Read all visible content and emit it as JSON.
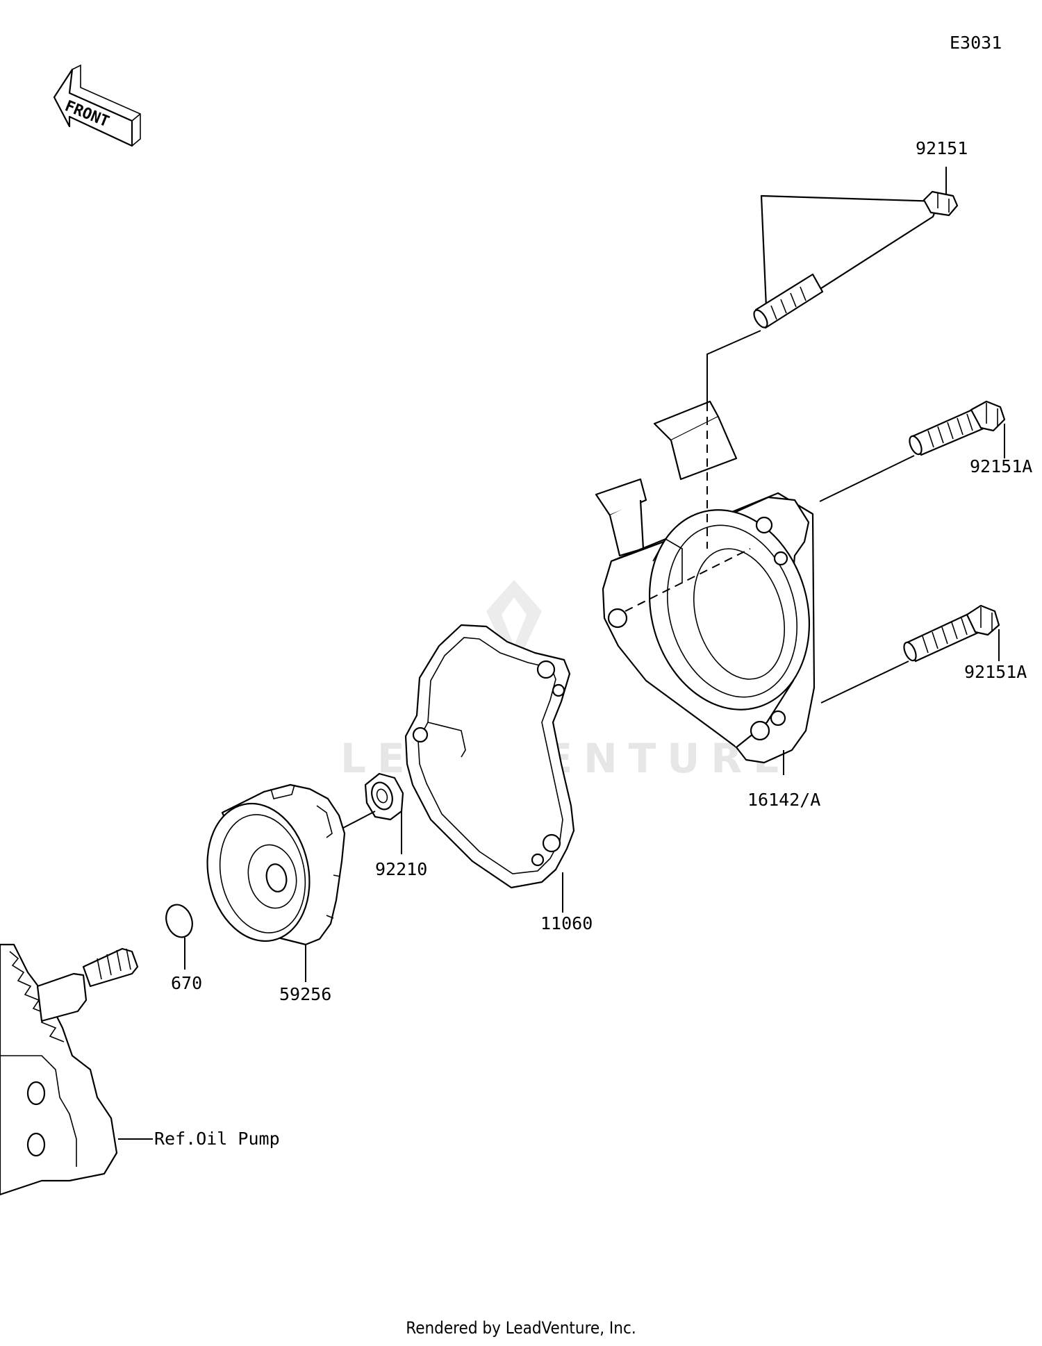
{
  "diagram_code": "E3031",
  "front_label": "FRONT",
  "watermark": "LEADVENTURE",
  "footer": "Rendered by LeadVenture, Inc.",
  "parts": [
    {
      "id": "bolt-long",
      "label": "92151"
    },
    {
      "id": "bolt-upper",
      "label": "92151A"
    },
    {
      "id": "bolt-lower",
      "label": "92151A"
    },
    {
      "id": "pump-cover",
      "label": "16142/A"
    },
    {
      "id": "gasket",
      "label": "11060"
    },
    {
      "id": "nut",
      "label": "92210"
    },
    {
      "id": "impeller",
      "label": "59256"
    },
    {
      "id": "o-ring",
      "label": "670"
    }
  ],
  "reference": "Ref.Oil Pump"
}
